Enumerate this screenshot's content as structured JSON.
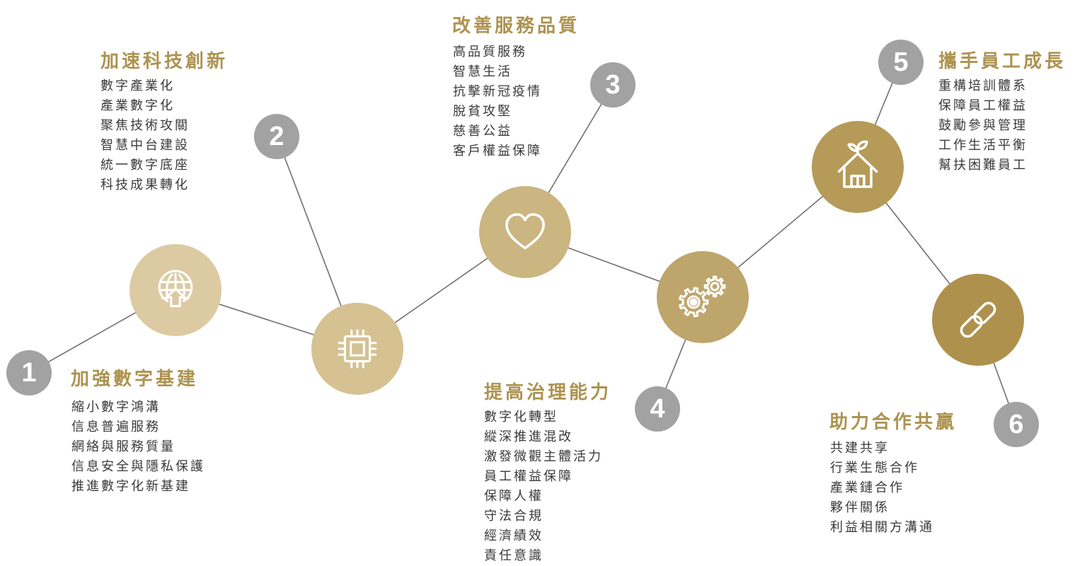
{
  "colors": {
    "accent_text": "#ad9350",
    "number_badge": "#a2a2a2",
    "connector": "#707070",
    "node_fill": [
      "#dccaa3",
      "#d6c192",
      "#cbb581",
      "#bea56c",
      "#b59a58",
      "#ae914c"
    ]
  },
  "steps": [
    {
      "number": "1",
      "title": "加強數字基建",
      "icon": "globe-upload-icon",
      "items": [
        "縮小數字鴻溝",
        "信息普遍服務",
        "網絡與服務質量",
        "信息安全與隱私保護",
        "推進數字化新基建"
      ]
    },
    {
      "number": "2",
      "title": "加速科技創新",
      "icon": "chip-icon",
      "items": [
        "數字產業化",
        "產業數字化",
        "聚焦技術攻關",
        "智慧中台建設",
        "統一數字底座",
        "科技成果轉化"
      ]
    },
    {
      "number": "3",
      "title": "改善服務品質",
      "icon": "heart-icon",
      "items": [
        "高品質服務",
        "智慧生活",
        "抗擊新冠疫情",
        "脫貧攻堅",
        "慈善公益",
        "客戶權益保障"
      ]
    },
    {
      "number": "4",
      "title": "提高治理能力",
      "icon": "gears-icon",
      "items": [
        "數字化轉型",
        "縱深推進混改",
        "激發微觀主體活力",
        "員工權益保障",
        "保障人權",
        "守法合規",
        "經濟績效",
        "責任意識"
      ]
    },
    {
      "number": "5",
      "title": "攜手員工成長",
      "icon": "house-plant-icon",
      "items": [
        "重構培訓體系",
        "保障員工權益",
        "鼓勵參與管理",
        "工作生活平衡",
        "幫扶困難員工"
      ]
    },
    {
      "number": "6",
      "title": "助力合作共贏",
      "icon": "link-icon",
      "items": [
        "共建共享",
        "行業生態合作",
        "產業鏈合作",
        "夥伴關係",
        "利益相關方溝通"
      ]
    }
  ]
}
